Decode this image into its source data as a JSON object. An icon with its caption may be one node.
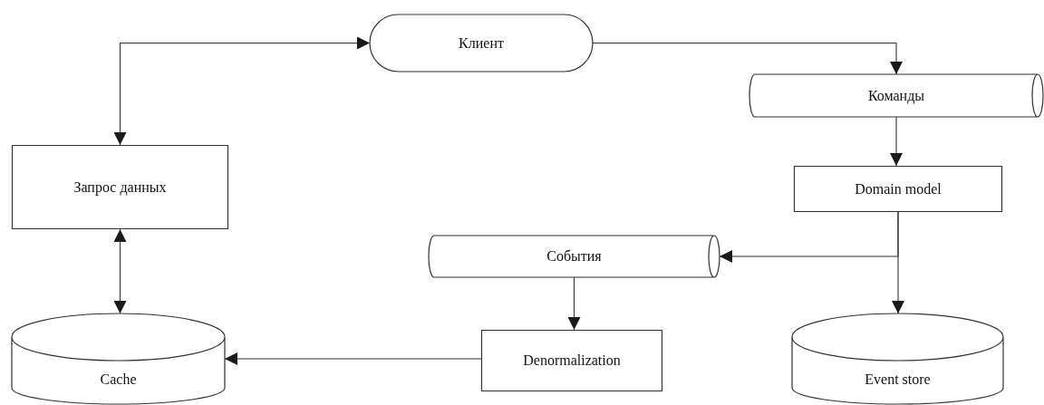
{
  "diagram": {
    "nodes": [
      {
        "text": [
          "Клиент"
        ]
      },
      {
        "text": [
          "Запрос данных"
        ]
      },
      {
        "text": [
          "Команды"
        ]
      },
      {
        "text": [
          "Domain model"
        ]
      },
      {
        "text": [
          "События"
        ]
      },
      {
        "text": [
          "Cache"
        ]
      },
      {
        "text": [
          "Denormalization"
        ]
      },
      {
        "text": [
          "Event store"
        ]
      }
    ],
    "edges": [
      {
        "from": 0,
        "to": 1,
        "arrow": "both"
      },
      {
        "from": 0,
        "to": 2,
        "arrow": "to"
      },
      {
        "from": 2,
        "to": 3,
        "arrow": "to"
      },
      {
        "from": 3,
        "to": 4,
        "arrow": "to"
      },
      {
        "from": 3,
        "to": 7,
        "arrow": "to"
      },
      {
        "from": 4,
        "to": 6,
        "arrow": "to"
      },
      {
        "from": 6,
        "to": 5,
        "arrow": "to"
      },
      {
        "from": 1,
        "to": 5,
        "arrow": "both"
      }
    ]
  }
}
